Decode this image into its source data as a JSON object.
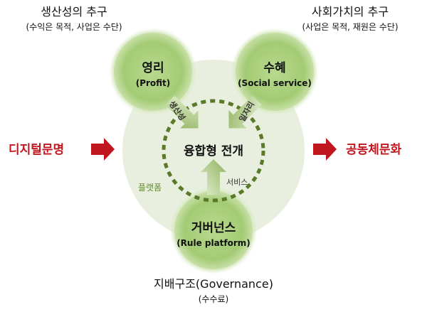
{
  "top_left": {
    "title": "생산성의 추구",
    "subtitle": "(수익은 목적, 사업은 수단)"
  },
  "top_right": {
    "title": "사회가치의 추구",
    "subtitle": "(사업은 목적, 재원은 수단)"
  },
  "profit": {
    "title": "영리",
    "subtitle": "(Profit)",
    "arrow_label": "생산성"
  },
  "social": {
    "title": "수혜",
    "subtitle": "(Social service)",
    "arrow_label": "일자리"
  },
  "governance": {
    "title": "거버넌스",
    "subtitle": "(Rule platform)",
    "arrow_label": "서비스"
  },
  "center": {
    "label": "융합형 전개",
    "platform_label": "플랫폼"
  },
  "left_side": {
    "label": "디지털문명"
  },
  "right_side": {
    "label": "공동체문화"
  },
  "bottom": {
    "title": "지배구조(Governance)",
    "subtitle": "(수수료)"
  },
  "colors": {
    "big_circle": "#e9efdf",
    "small_circle": "#a9cf7d",
    "dashed_ring": "#5a7a2a",
    "arrow_gradient_dark": "#9ab970",
    "arrow_gradient_light": "#e3efd1",
    "red": "#c0161d",
    "platform_label": "#5e8a2a"
  }
}
